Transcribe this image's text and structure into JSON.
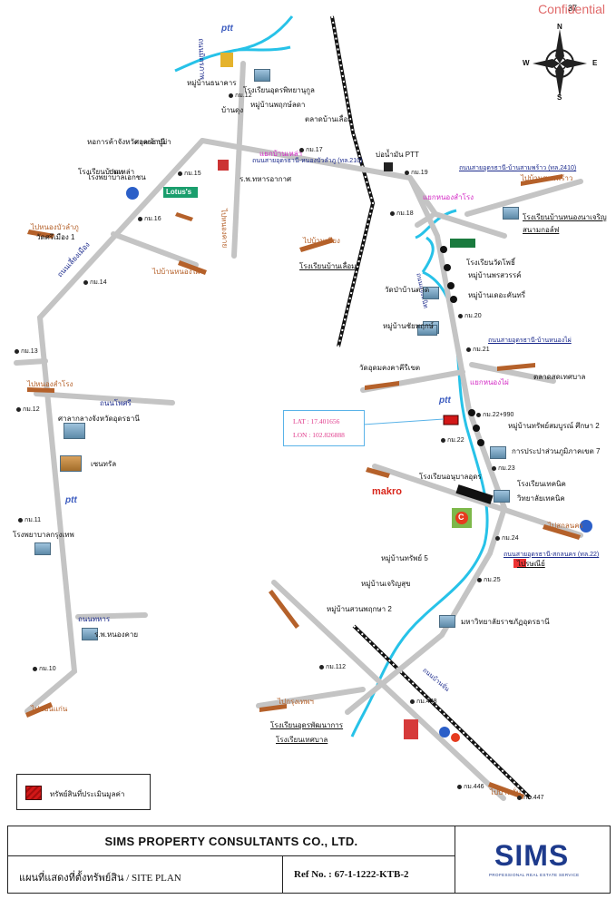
{
  "header": {
    "confidential": "Confidential",
    "page_number": "37"
  },
  "compass": {
    "n": "N",
    "e": "E",
    "s": "S",
    "w": "W"
  },
  "coordinates": {
    "lat": "LAT : 17.401656",
    "lon": "LON : 102.826888"
  },
  "roads": {
    "r1": "ถนนสายอุดรธานี-บ้านสามพร้าว (ทล.2410)",
    "r2": "ถนนสายอุดรธานี-บ้านหนองไผ่",
    "r3": "ถนนสายอุดรธานี-สกลนคร (ทล.22)",
    "r4": "ถนนมิตรภาพ",
    "r5": "ถนนเลี่ยงเมือง",
    "r6": "ถนนโพศรี",
    "r7": "ถนนทหาร",
    "r8": "ถนนสายอุดรธานี-หนองบัวลำภู (ทล.210)",
    "r9": "ถนนแจ้งสนิท",
    "r10": "ถนนบ้านจั่น"
  },
  "directions": {
    "d1": "ไปบ้านสามพร้าว",
    "d2": "ไปหนองคาย",
    "d3": "ไปหนองบัวลำภู",
    "d4": "ไปบ้านหนองไผ่",
    "d5": "ไปสกลนคร",
    "d6": "ไปบ้านเชียง",
    "d7": "ไปหนองสำโรง",
    "d8": "ไปขอนแก่น",
    "d9": "ไปกรุงเทพฯ",
    "d10": "ไปบ้านจั่น"
  },
  "crossings": {
    "c1": "แยกหนองสำโรง",
    "c2": "แยกหนองไผ่",
    "c3": "แยกบ้านเหล่า"
  },
  "stations": {
    "k1": "กม.12",
    "k2": "กม.15",
    "k3": "กม.16",
    "k4": "กม.14",
    "k5": "กม.13",
    "k6": "กม.12",
    "k7": "กม.11",
    "k8": "กม.10",
    "k9": "กม.17",
    "k10": "กม.19",
    "k11": "กม.18",
    "k12": "กม.20",
    "k13": "กม.21",
    "k14": "กม.22+990",
    "k15": "กม.22",
    "k16": "กม.23",
    "k17": "กม.24",
    "k18": "กม.25",
    "k19": "กม.112",
    "k20": "กม.448",
    "k21": "กม.446",
    "k22": "กม.447"
  },
  "places": {
    "p1": "หอการค้าจังหวัดอุดรธานี",
    "p2": "โรงเรียนอุดรพิทยานุกูล",
    "p3": "หมู่บ้านพฤกษ์ลดา",
    "p4": "บ่อน้ำมัน PTT",
    "p5": "ตลาดบ้านเลื่อม",
    "p6": "โรงเรียนบ้านเหล่า",
    "p7": "ร.พ.ทหารอากาศ",
    "p8": "โรงเรียนบ้านหนองนาเจริญ",
    "p9": "สนามกอล์ฟ",
    "p10": "โรงเรียนบ้านเลื่อม",
    "p11": "โรงเรียนวัดโพธิ์",
    "p12": "หมู่บ้านพรสวรรค์",
    "p13": "หมู่บ้านเดอะคันทรี่",
    "p14": "วัดป่าบ้านตาด",
    "p15": "หมู่บ้านชัยพฤกษ์",
    "p16": "ศาลเจ้าปู่ย่า",
    "p17": "วัดอุดมคงคาคีรีเขต",
    "p18": "ไปรษณีย์",
    "p19": "หมู่บ้านทรัพย์สมบูรณ์ ศึกษา 2",
    "p20": "วัดศรีเมือง 1",
    "p21": "ศาลากลางจังหวัดอุดรธานี",
    "p22": "เซนทรัล",
    "p23": "โรงพยาบาลเอกชน",
    "p24": "การประปาส่วนภูมิภาคเขต 7",
    "p25": "โรงเรียนอนุบาลอุดร",
    "p26": "โรงเรียนเทคนิค",
    "p27": "วิทยาลัยเทคนิค",
    "p28": "หมู่บ้านทรัพย์ 5",
    "p29": "หมู่บ้านเจริญสุข",
    "p30": "หมู่บ้านสวนพฤกษา 2",
    "p31": "มหาวิทยาลัยราชภัฏอุดรธานี",
    "p32": "โรงเรียนอุดรพัฒนาการ",
    "p33": "โรงเรียนเทศบาล",
    "p34": "โรงพยาบาลกรุงเทพ",
    "p35": "ร.พ.หนองคาย",
    "p36": "ตลาดสดเทศบาล",
    "p37": "หมู่บ้านธนาคาร",
    "p38": "บ้านดุง",
    "p39": "ปตท"
  },
  "brands": {
    "lotus": "Lotus's",
    "makro": "makro",
    "ptt": "ptt",
    "bigc": "C"
  },
  "legend": {
    "label": "ทรัพย์สินที่ประเมินมูลค่า"
  },
  "titleblock": {
    "company": "SIMS PROPERTY CONSULTANTS CO., LTD.",
    "plan": "แผนที่แสดงที่ตั้งทรัพย์สิน / SITE PLAN",
    "ref": "Ref No. :  67-1-1222-KTB-2",
    "logo": "SIMS",
    "logo_tag": "PROFESSIONAL REAL ESTATE SERVICE"
  },
  "colors": {
    "road": "#c4c4c4",
    "river": "#27c2e8",
    "rail": "#1a1a1a",
    "direction": "#b5612a",
    "road_label": "#1b2a8c",
    "subject": "#d21818"
  }
}
